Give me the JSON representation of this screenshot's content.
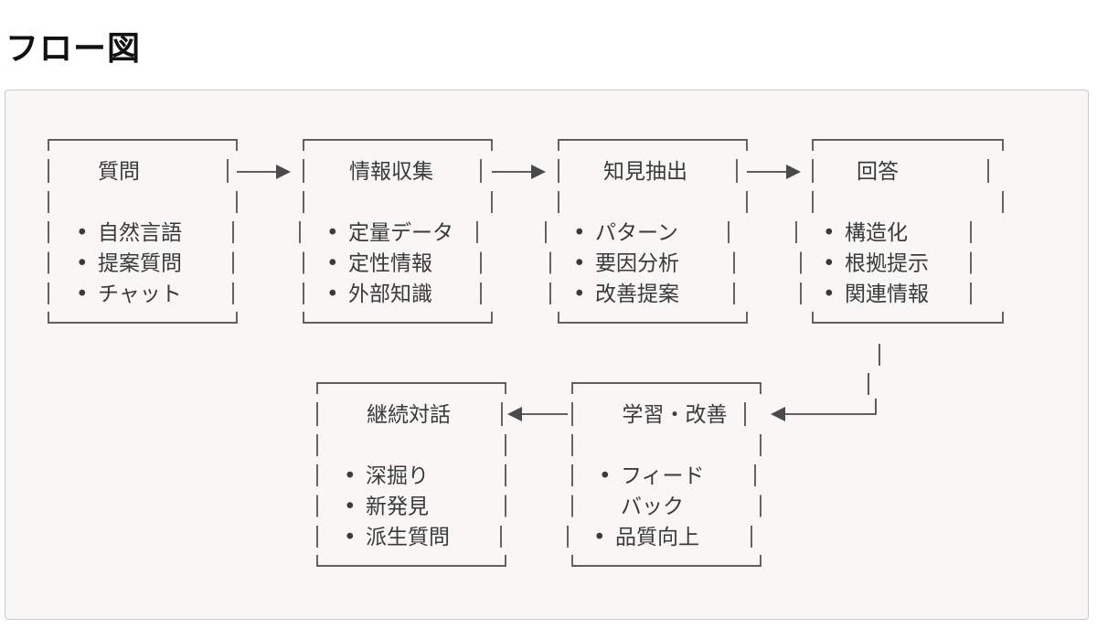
{
  "title": "フロー図",
  "diagram": {
    "bullet": "•",
    "nodes": [
      {
        "id": "question",
        "title": "質問",
        "items": [
          "自然言語",
          "提案質問",
          "チャット"
        ]
      },
      {
        "id": "info-collection",
        "title": "情報収集",
        "items": [
          "定量データ",
          "定性情報",
          "外部知識"
        ]
      },
      {
        "id": "insight-extraction",
        "title": "知見抽出",
        "items": [
          "パターン",
          "要因分析",
          "改善提案"
        ]
      },
      {
        "id": "answer",
        "title": "回答",
        "items": [
          "構造化",
          "根拠提示",
          "関連情報"
        ]
      },
      {
        "id": "learning",
        "title": "学習・改善",
        "items": [
          "フィード",
          "バック",
          "品質向上"
        ]
      },
      {
        "id": "continued-dialogue",
        "title": "継続対話",
        "items": [
          "深掘り",
          "新発見",
          "派生質問"
        ]
      }
    ],
    "edges": [
      {
        "from": "question",
        "to": "info-collection"
      },
      {
        "from": "info-collection",
        "to": "insight-extraction"
      },
      {
        "from": "insight-extraction",
        "to": "answer"
      },
      {
        "from": "answer",
        "to": "learning"
      },
      {
        "from": "learning",
        "to": "continued-dialogue"
      }
    ]
  }
}
